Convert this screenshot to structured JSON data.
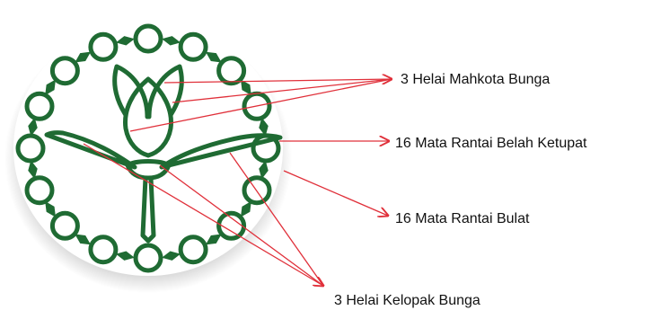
{
  "colors": {
    "emblem_green": "#1f6b33",
    "arrow_red": "#e0303a",
    "label_text": "#111111"
  },
  "emblem": {
    "round_links": 16,
    "diamond_links": 16,
    "petals": 3,
    "sepals": 3
  },
  "labels": {
    "petals": "3 Helai Mahkota Bunga",
    "diamond_links": "16 Mata Rantai Belah Ketupat",
    "round_links": "16 Mata Rantai Bulat",
    "sepals": "3 Helai Kelopak Bunga"
  }
}
